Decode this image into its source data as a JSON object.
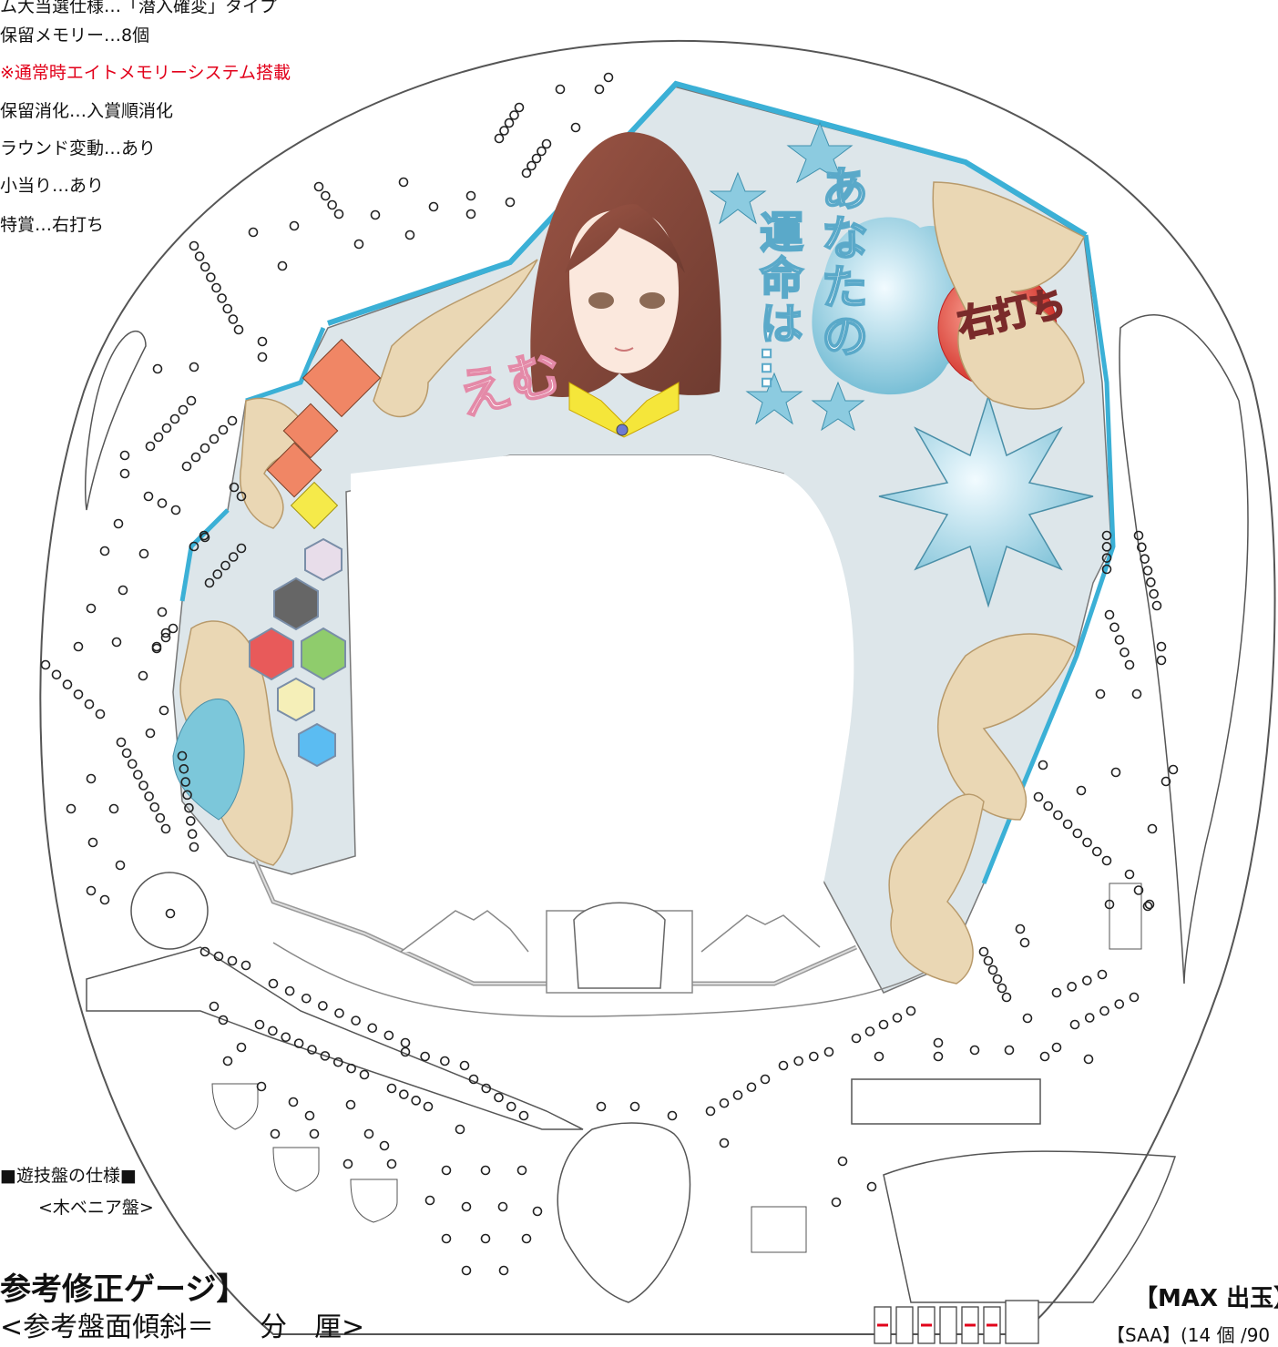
{
  "spec_lines": [
    {
      "text": "ム大当選仕様…「潜入確変」タイプ",
      "color": "#111111"
    },
    {
      "text": "保留メモリー…8個",
      "color": "#111111"
    },
    {
      "text": "※通常時エイトメモリーシステム搭載",
      "color": "#e2001a"
    },
    {
      "text": "保留消化…入賞順消化",
      "color": "#111111"
    },
    {
      "text": "ラウンド変動…あり",
      "color": "#111111"
    },
    {
      "text": "小当り…あり",
      "color": "#111111"
    },
    {
      "text": "特賞…右打ち",
      "color": "#111111"
    }
  ],
  "board_spec": {
    "heading": "■遊技盤の仕様■",
    "type": "<木ベニア盤>"
  },
  "gauge": {
    "title": "参考修正ゲージ】",
    "tilt_label": "<参考盤面傾斜＝",
    "tilt_unit1": "分",
    "tilt_unit2": "厘>"
  },
  "max_payout": {
    "title": "【MAX 出玉】",
    "sub": "【SAA】(14 個 /90"
  },
  "artwork": {
    "fate_line1": "あなたの",
    "fate_line2": "運命は…",
    "right_shot": "右打ち",
    "logo": "えむ"
  },
  "colors": {
    "frame_blue": "#3bb0d6",
    "decor_tan": "#ead7b4",
    "panel_gray": "#dde6ea",
    "peg": "#222222",
    "accent_red": "#e2001a"
  }
}
